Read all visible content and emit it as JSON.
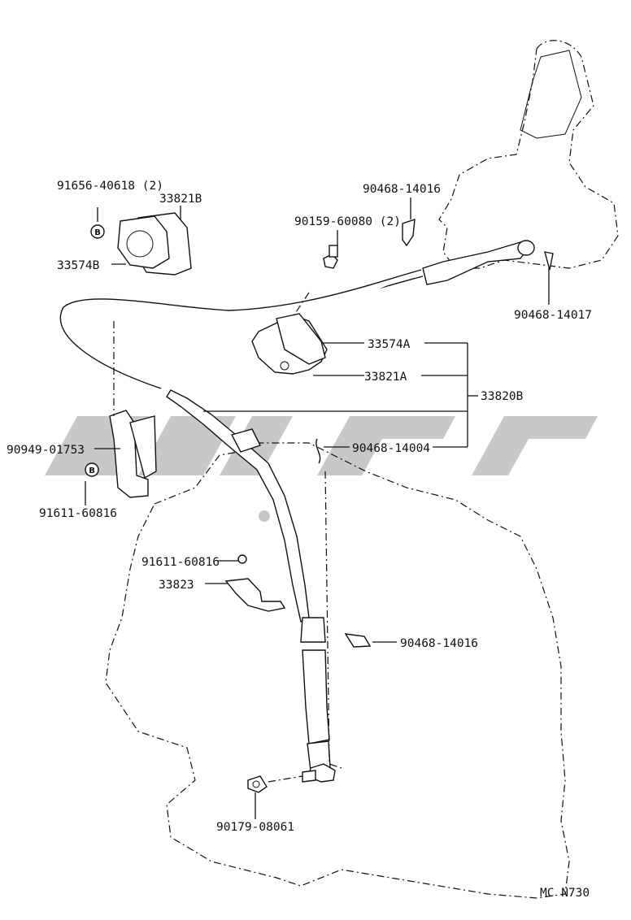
{
  "parts": {
    "p91656": "91656-40618 (2)",
    "p33821B": "33821B",
    "p33574B": "33574B",
    "p90468_top": "90468-14016",
    "p90159": "90159-60080 (2)",
    "p90468_14017": "90468-14017",
    "p33574A": "33574A",
    "p33821A": "33821A",
    "p33820B": "33820B",
    "p90949": "90949-01753",
    "p90468_14004": "90468-14004",
    "p91611_left": "91611-60816",
    "p91611_mid": "91611-60816",
    "p33823": "33823",
    "p90468_mid": "90468-14016",
    "p90179": "90179-08061"
  },
  "badges": {
    "top": "B",
    "left": "B"
  },
  "footer": {
    "code": "MC N730"
  },
  "colors": {
    "line": "#111111",
    "watermark": "#9a9a9a",
    "background": "#ffffff"
  }
}
